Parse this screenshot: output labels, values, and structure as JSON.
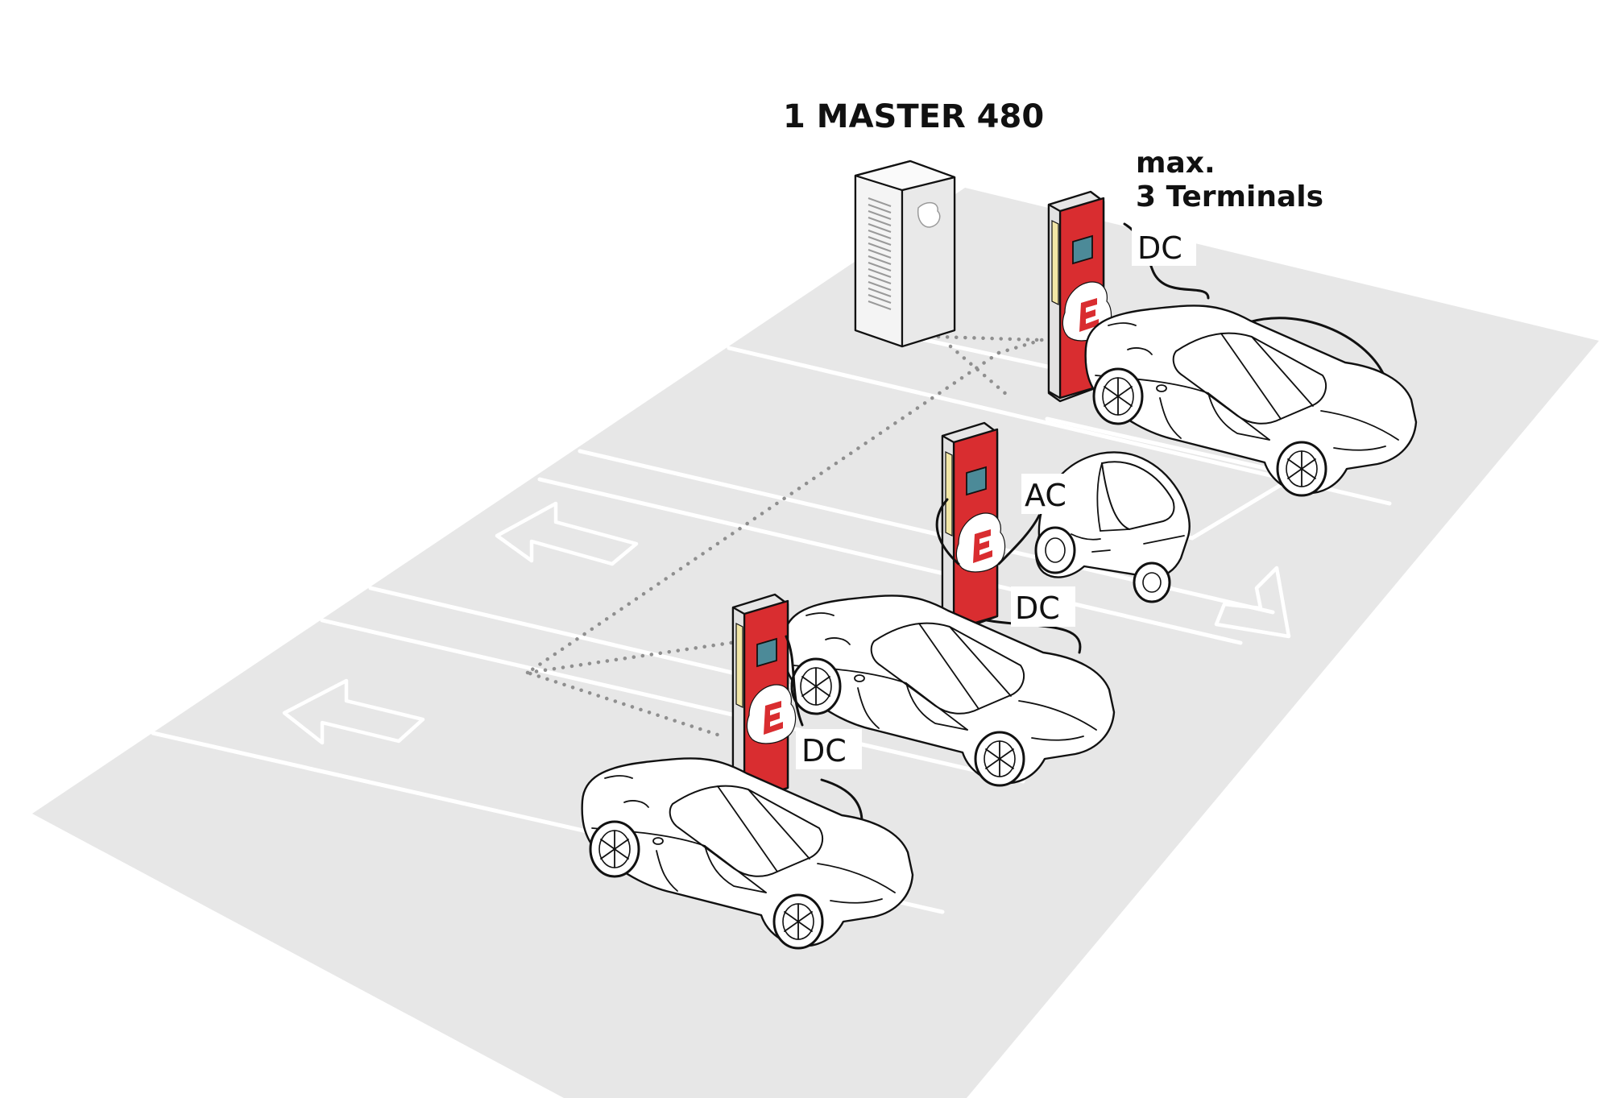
{
  "master": {
    "title": "1 MASTER 480"
  },
  "terminals_note": {
    "line1": "max.",
    "line2": "3 Terminals"
  },
  "charging_labels": [
    {
      "id": "dc-top",
      "text": "DC"
    },
    {
      "id": "ac-middle",
      "text": "AC"
    },
    {
      "id": "dc-middle",
      "text": "DC"
    },
    {
      "id": "dc-bottom",
      "text": "DC"
    }
  ],
  "colors": {
    "ground": "#e7e7e7",
    "charger_red": "#d92d30",
    "charger_side": "#e6e6e6",
    "cabinet": "#f2f2f2",
    "screen": "#4c8a98",
    "light_strip": "#f2e7a6",
    "outline": "#111111",
    "dotted_connection": "#8f8f8f"
  },
  "icons": [
    "charger-logo-icon",
    "left-arrow-icon",
    "right-arrow-icon",
    "master-cabinet-icon"
  ]
}
